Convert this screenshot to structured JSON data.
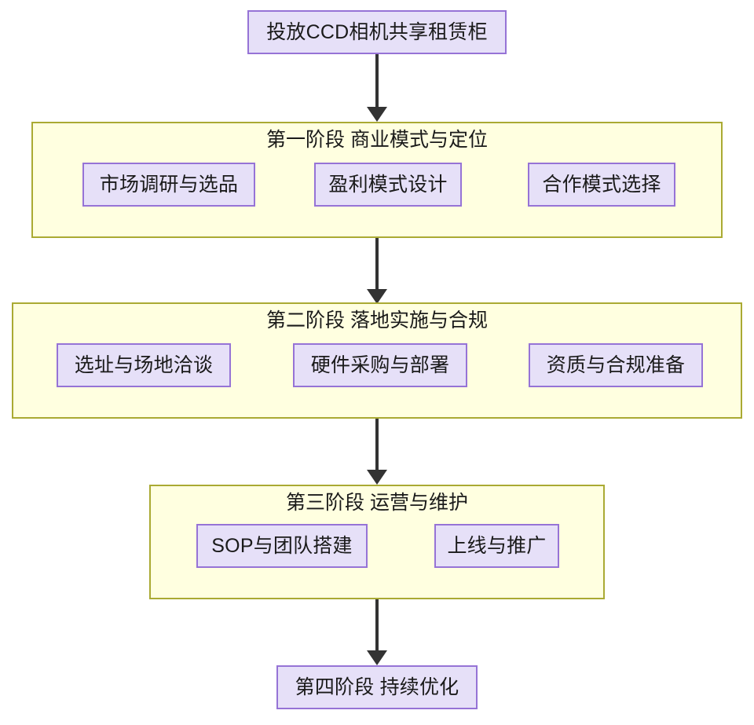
{
  "diagram": {
    "title_node": {
      "label": "投放CCD相机共享租赁柜"
    },
    "stages": [
      {
        "title": "第一阶段 商业模式与定位",
        "items": [
          {
            "label": "市场调研与选品"
          },
          {
            "label": "盈利模式设计"
          },
          {
            "label": "合作模式选择"
          }
        ]
      },
      {
        "title": "第二阶段 落地实施与合规",
        "items": [
          {
            "label": "选址与场地洽谈"
          },
          {
            "label": "硬件采购与部署"
          },
          {
            "label": "资质与合规准备"
          }
        ]
      },
      {
        "title": "第三阶段 运营与维护",
        "items": [
          {
            "label": "SOP与团队搭建"
          },
          {
            "label": "上线与推广"
          }
        ]
      }
    ],
    "final_node": {
      "label": "第四阶段 持续优化"
    },
    "colors": {
      "node_fill": "#e6e0f8",
      "node_border": "#9673d6",
      "stage_fill": "#ffffe0",
      "stage_border": "#aaaa33",
      "arrow": "#333333",
      "text": "#1a1a1a",
      "background": "#ffffff"
    },
    "connectors": [
      {
        "from": "投放CCD相机共享租赁柜",
        "to": "第一阶段 商业模式与定位"
      },
      {
        "from": "第一阶段 商业模式与定位",
        "to": "第二阶段 落地实施与合规"
      },
      {
        "from": "第二阶段 落地实施与合规",
        "to": "第三阶段 运营与维护"
      },
      {
        "from": "第三阶段 运营与维护",
        "to": "第四阶段 持续优化"
      }
    ]
  }
}
